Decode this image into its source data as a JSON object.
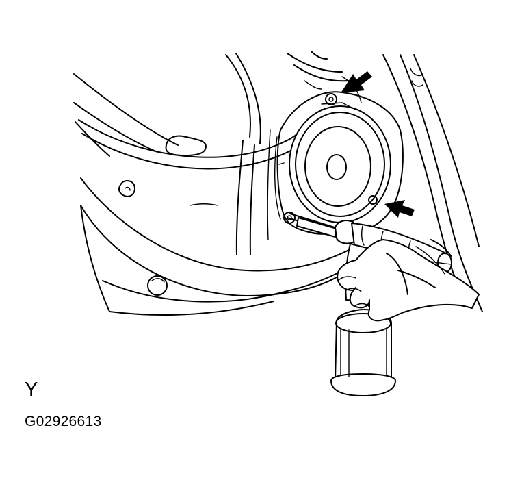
{
  "view_label": "Y",
  "figure_code": "G02926613",
  "icons": {
    "door_panel": "door-inner-panel-illustration",
    "speaker": "door-speaker-illustration",
    "drill": "pneumatic-drill-illustration",
    "hand": "hand-illustration",
    "arrow": "pointer-arrow"
  }
}
